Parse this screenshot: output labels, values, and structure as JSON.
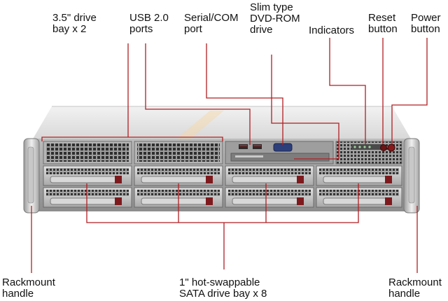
{
  "diagram": {
    "callout_color": "#b11e22",
    "labels": {
      "drive_bay_35": "3.5\" drive\nbay x 2",
      "usb": "USB 2.0\nports",
      "serial": "Serial/COM\nport",
      "dvd": "Slim type\nDVD-ROM\ndrive",
      "indicators": "Indicators",
      "reset": "Reset\nbutton",
      "power": "Power\nbutton",
      "rack_left": "Rackmount\nhandle",
      "sata": "1\" hot-swappable\nSATA drive bay x 8",
      "rack_right": "Rackmount\nhandle"
    }
  }
}
